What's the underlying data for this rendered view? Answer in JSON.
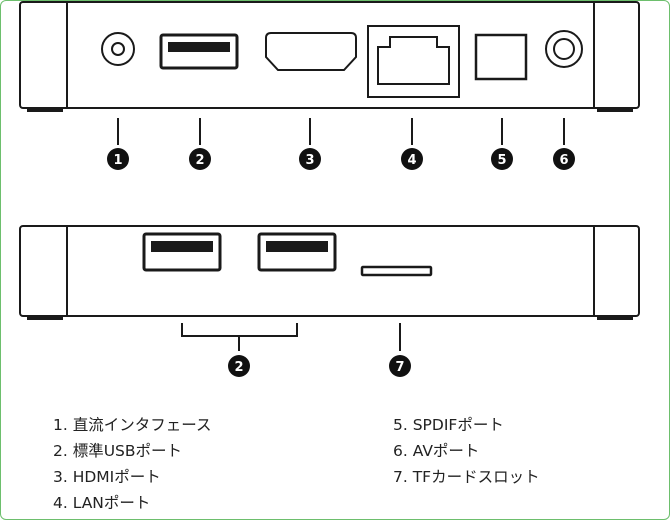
{
  "callouts": [
    "1",
    "2",
    "3",
    "4",
    "5",
    "6",
    "2",
    "7"
  ],
  "legend": {
    "left": [
      "1. 直流インタフェース",
      "2. 標準USBポート",
      "3. HDMIポート",
      "4. LANポート"
    ],
    "right": [
      "5. SPDIFポート",
      "6. AVポート",
      "7. TFカードスロット"
    ]
  },
  "colors": {
    "border": "#6dbf6d",
    "line": "#1a1a1a",
    "callout_fill": "#111111",
    "text": "#222222"
  },
  "icons": {
    "dc": "dc-jack-icon",
    "usb": "usb-port-icon",
    "hdmi": "hdmi-port-icon",
    "lan": "lan-port-icon",
    "spdif": "spdif-port-icon",
    "av": "av-jack-icon",
    "tf": "tf-slot-icon"
  }
}
